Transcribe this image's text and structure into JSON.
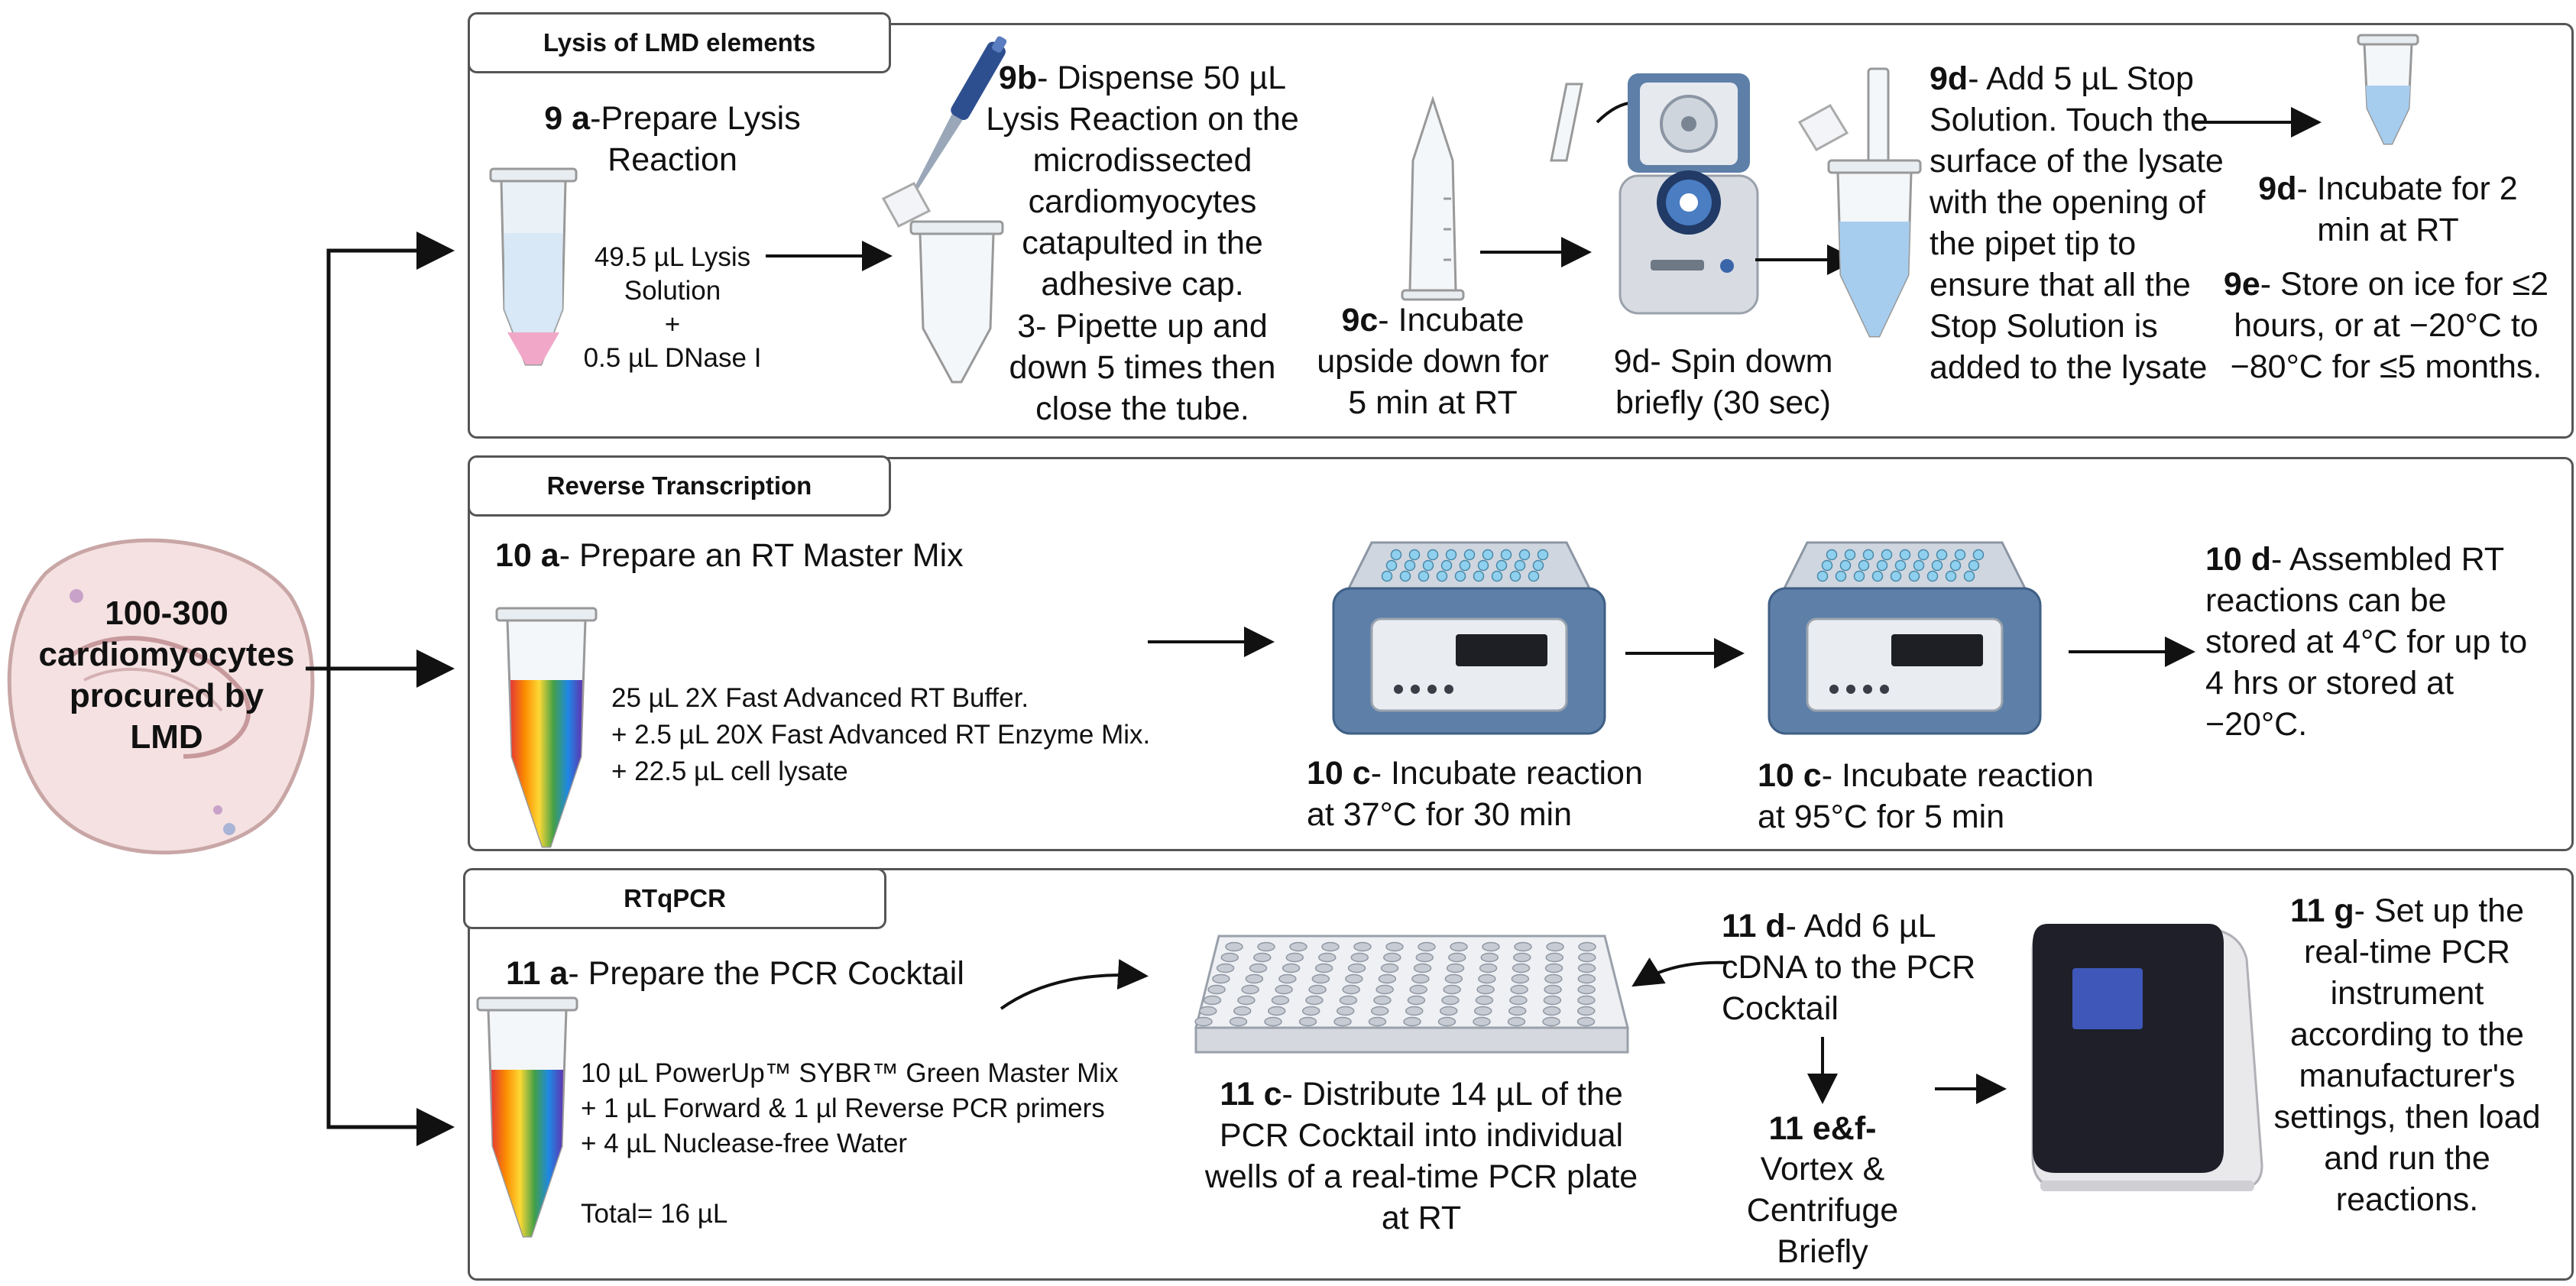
{
  "source": {
    "label": "100-300 cardiomyocytes procured by LMD"
  },
  "lysis": {
    "tab": "Lysis of LMD elements",
    "step_9a": {
      "num": "9 a",
      "text": "-Prepare Lysis Reaction"
    },
    "tube_recipe": [
      "49.5 µL Lysis",
      "Solution",
      "+",
      "0.5 µL DNase I"
    ],
    "step_9b": {
      "num": "9b",
      "text": "- Dispense 50 µL Lysis Reaction on the microdissected cardiomyocytes catapulted in the adhesive cap.",
      "text2": "3- Pipette up and down 5 times then close the tube."
    },
    "step_9c": {
      "num": "9c",
      "text": "- Incubate upside down for 5 min at RT"
    },
    "step_9d_spin": {
      "text": "9d- Spin dowm briefly (30 sec)"
    },
    "step_9d_add": {
      "num": "9d",
      "text": "- Add 5 µL Stop Solution. Touch the surface of the lysate with the opening of the pipet tip to ensure that all the Stop Solution is added to the lysate"
    },
    "step_9d_incubate": {
      "num": "9d",
      "text": "- Incubate for 2 min at RT"
    },
    "step_9e": {
      "num": "9e",
      "text": "- Store on ice for ≤2 hours, or at −20°C to −80°C for ≤5 months."
    }
  },
  "rt": {
    "tab": "Reverse Transcription",
    "step_10a": {
      "num": "10 a",
      "text": "- Prepare an RT Master Mix"
    },
    "recipe": [
      "25 µL 2X Fast Advanced RT Buffer.",
      "+ 2.5 µL 20X Fast Advanced RT Enzyme Mix.",
      "+ 22.5 µL cell lysate"
    ],
    "step_10c_37": {
      "num": "10 c",
      "text": "- Incubate reaction at 37°C for 30 min"
    },
    "step_10c_95": {
      "num": "10 c",
      "text": "- Incubate reaction at 95°C for 5 min"
    },
    "step_10d": {
      "num": "10 d",
      "text": "- Assembled RT reactions can be stored at 4°C for up to 4 hrs or stored at −20°C."
    }
  },
  "qpcr": {
    "tab": "RTqPCR",
    "step_11a": {
      "num": "11 a",
      "text": "- Prepare the PCR Cocktail"
    },
    "recipe": [
      "10 µL PowerUp™ SYBR™ Green Master Mix",
      "+ 1 µL Forward & 1 µl Reverse PCR primers",
      "+ 4 µL Nuclease-free Water",
      "",
      "Total= 16 µL"
    ],
    "step_11c": {
      "num": "11 c",
      "text": "- Distribute 14 µL of  the PCR Cocktail into individual wells of a real-time PCR plate at RT"
    },
    "step_11d": {
      "num": "11 d",
      "text": "- Add 6 µL cDNA to the PCR Cocktail"
    },
    "step_11ef": {
      "num": "11 e&f-",
      "text": "Vortex & Centrifuge Briefly"
    },
    "step_11g": {
      "num": "11 g",
      "text": "-  Set up the real-time PCR instrument according to the manufacturer's settings, then load and run the reactions."
    }
  },
  "colors": {
    "border": "#555555",
    "cell": "#f3dede",
    "incubator": "#5d7fa8",
    "rainbow": [
      "#e53935",
      "#fb8c00",
      "#fdd835",
      "#43a047",
      "#1e88e5",
      "#5e35b1"
    ]
  }
}
